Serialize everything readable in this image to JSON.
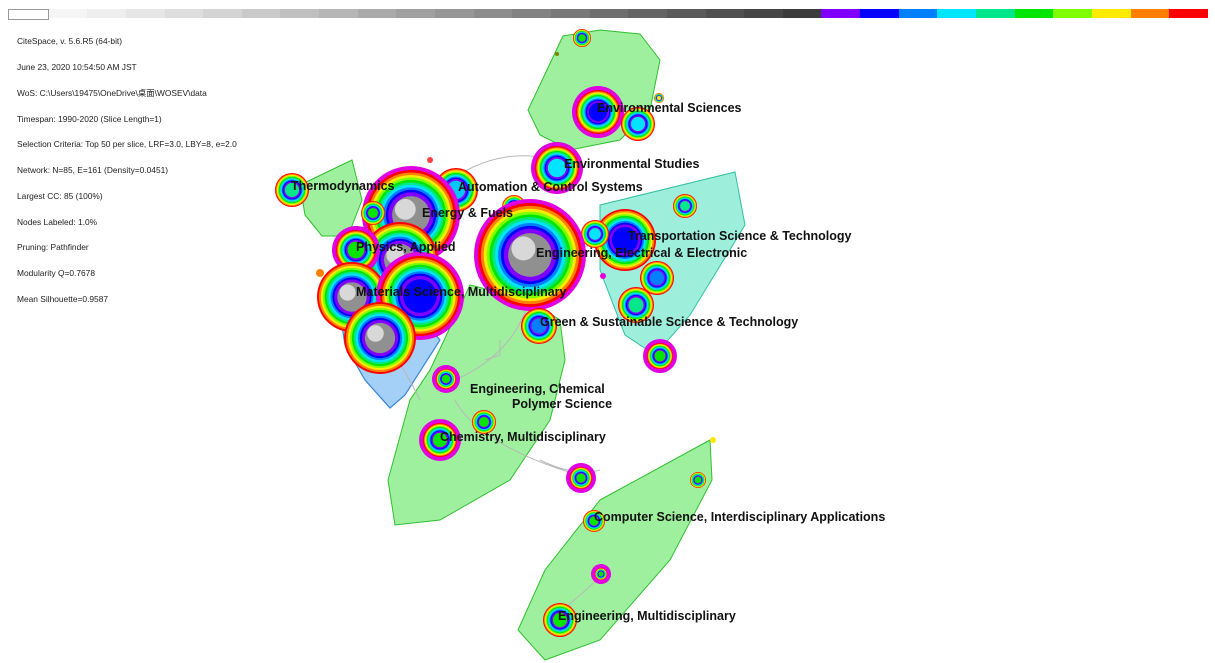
{
  "timebar": {
    "slices": [
      "#ffffff",
      "#f5f5f5",
      "#eeeeee",
      "#e6e6e6",
      "#dedede",
      "#d4d4d4",
      "#cacaca",
      "#c0c0c0",
      "#b6b6b6",
      "#aaaaaa",
      "#a0a0a0",
      "#969696",
      "#8c8c8c",
      "#828282",
      "#787878",
      "#6e6e6e",
      "#646464",
      "#5a5a5a",
      "#505050",
      "#464646",
      "#3c3c3c",
      "#8000ff",
      "#0000ff",
      "#0080ff",
      "#00e5ff",
      "#00e68a",
      "#00e600",
      "#80ff00",
      "#ffeb00",
      "#ff8000",
      "#ff0000"
    ]
  },
  "info_lines": [
    "CiteSpace, v. 5.6.R5 (64-bit)",
    "June 23, 2020 10:54:50 AM JST",
    "WoS: C:\\Users\\19475\\OneDrive\\桌面\\WOSEV\\data",
    "Timespan: 1990-2020 (Slice Length=1)",
    "Selection Criteria: Top 50 per slice, LRF=3.0, LBY=8, e=2.0",
    "Network: N=85, E=161 (Density=0.0451)",
    "Largest CC: 85 (100%)",
    "Nodes Labeled: 1.0%",
    "Pruning: Pathfinder",
    "Modularity Q=0.7678",
    "Mean Silhouette=0.9587"
  ],
  "colors": {
    "cluster_green": "#4ee34e",
    "cluster_cyan": "#4fe0c0",
    "cluster_blue": "#5aa8f0",
    "centrality_ring": "#e000e0",
    "core": "#909090"
  },
  "labels": [
    "Environmental Sciences",
    "Environmental Studies",
    "Thermodynamics",
    "Automation & Control Systems",
    "Energy & Fuels",
    "Transportation Science & Technology",
    "Physics, Applied",
    "Engineering, Electrical & Electronic",
    "Materials Science, Multidisciplinary",
    "Green & Sustainable Science & Technology",
    "Engineering, Chemical",
    "Polymer Science",
    "Chemistry, Multidisciplinary",
    "Computer Science, Interdisciplinary Applications",
    "Engineering, Multidisciplinary"
  ]
}
